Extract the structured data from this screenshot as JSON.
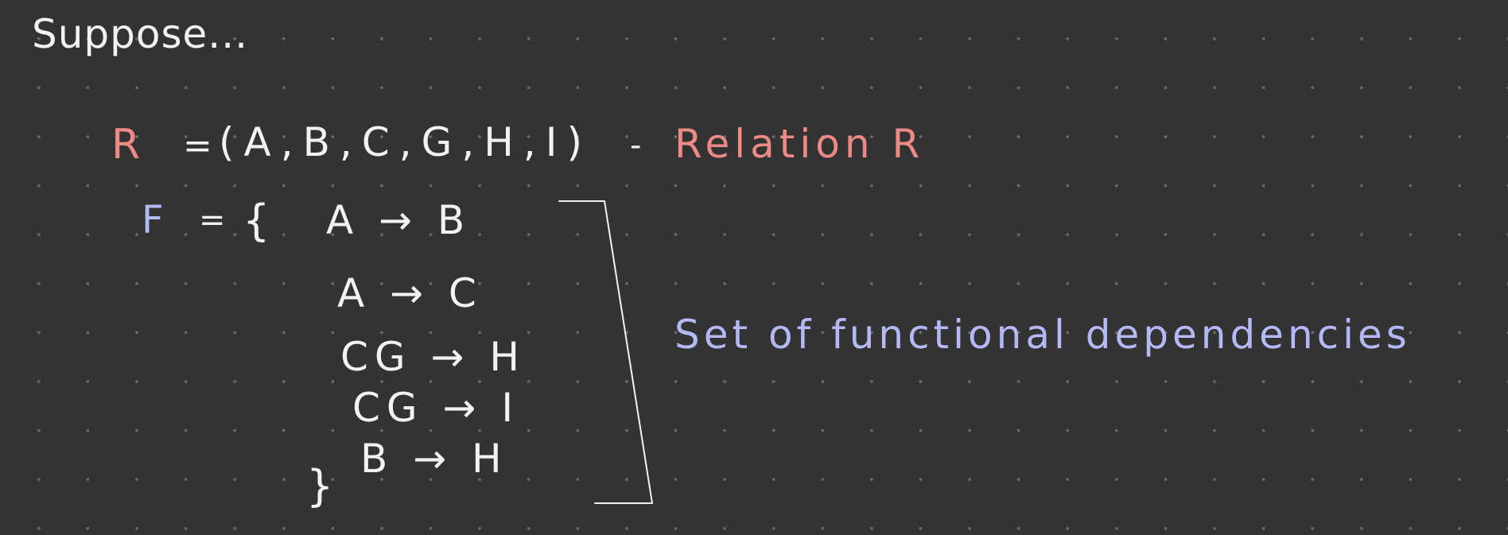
{
  "heading": "Suppose...",
  "relation": {
    "symbol": "R",
    "equals": "=",
    "tuple": "(A,B,C,G,H,I)",
    "dash": "-",
    "label": "Relation R"
  },
  "fd_set": {
    "symbol": "F",
    "equals": "=",
    "open_brace": "{",
    "close_brace": "}",
    "dependencies": [
      "A → B",
      "A → C",
      "CG → H",
      "CG → I",
      "B → H"
    ],
    "label": "Set of functional dependencies"
  },
  "colors": {
    "background": "#333333",
    "dots": "#6a6a6a",
    "white_ink": "#f2f2f2",
    "red_ink": "#ee8a86",
    "blue_ink": "#b4b8f4"
  }
}
